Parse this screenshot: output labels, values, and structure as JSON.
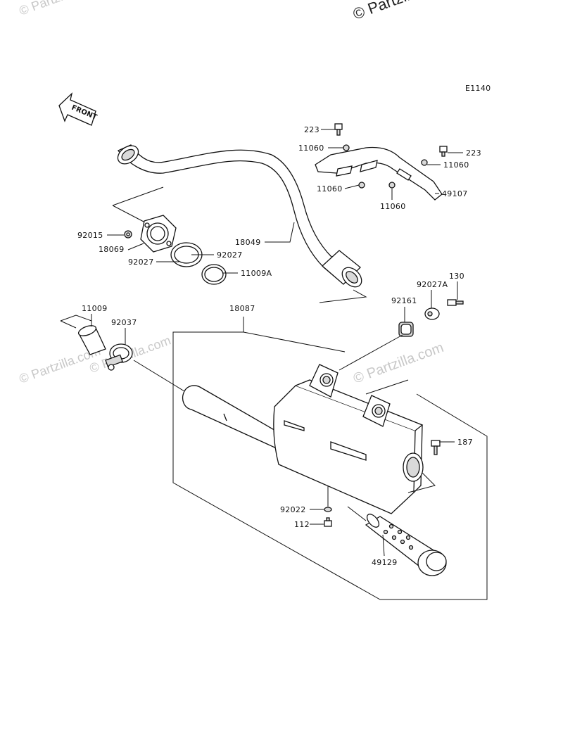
{
  "diagram_code": "E1140",
  "front_label": "FRONT",
  "watermarks": [
    "© Partzilla.com",
    "© Partzilla.com",
    "© Partzilla.com",
    "© Partzilla.com",
    "© Partzilla.com"
  ],
  "labels": {
    "p223a": "223",
    "p223b": "223",
    "p11060a": "11060",
    "p11060b": "11060",
    "p11060c": "11060",
    "p11060d": "11060",
    "p49107": "49107",
    "p92015": "92015",
    "p18069": "18069",
    "p18049": "18049",
    "p92027a": "92027",
    "p92027b": "92027",
    "p11009A": "11009A",
    "p92027A": "92027A",
    "p130": "130",
    "p92161": "92161",
    "p11009": "11009",
    "p92037": "92037",
    "p18087": "18087",
    "p187": "187",
    "p92022": "92022",
    "p112": "112",
    "p49129": "49129"
  }
}
